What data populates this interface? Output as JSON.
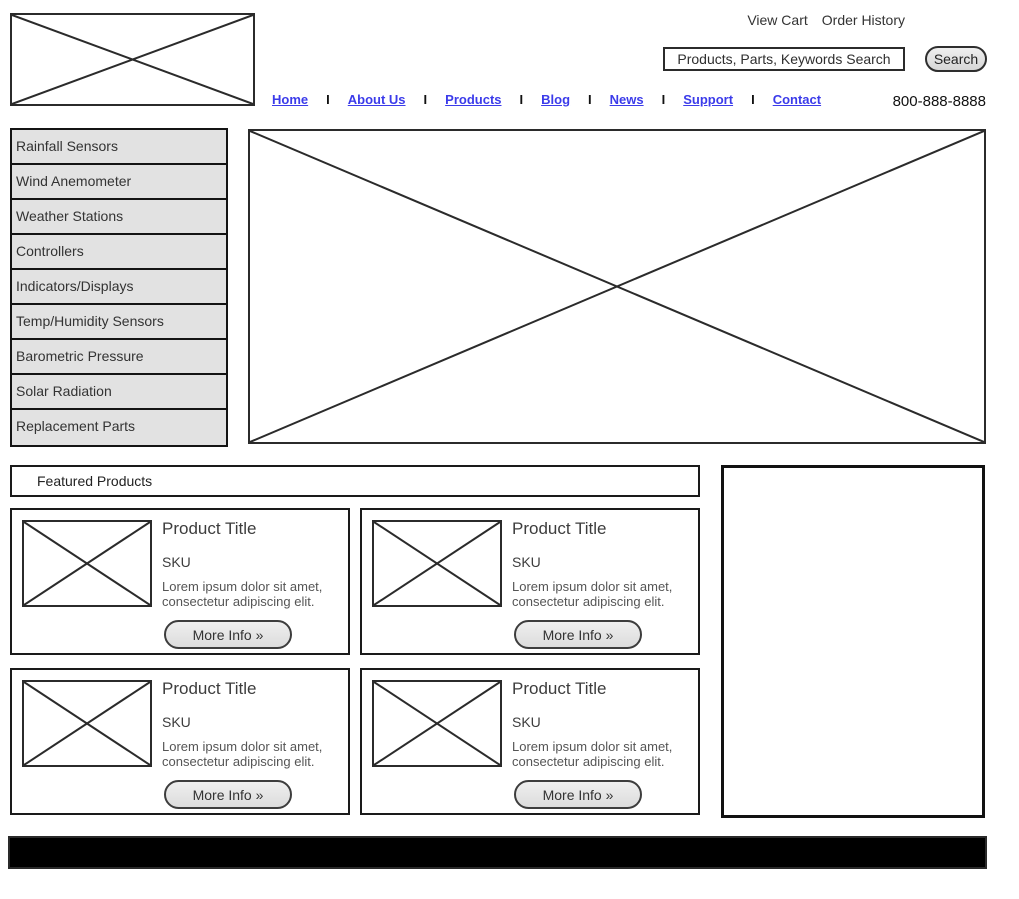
{
  "header": {
    "account_links": [
      {
        "label": "View Cart"
      },
      {
        "label": "Order History"
      }
    ],
    "search": {
      "placeholder": "Products, Parts, Keywords Search",
      "button_label": "Search"
    },
    "nav": {
      "separator": "I",
      "items": [
        {
          "label": "Home"
        },
        {
          "label": "About Us"
        },
        {
          "label": "Products"
        },
        {
          "label": "Blog"
        },
        {
          "label": "News"
        },
        {
          "label": "Support"
        },
        {
          "label": "Contact"
        }
      ]
    },
    "phone": "800-888-8888"
  },
  "sidebar": {
    "items": [
      {
        "label": "Rainfall Sensors"
      },
      {
        "label": "Wind Anemometer"
      },
      {
        "label": "Weather Stations"
      },
      {
        "label": "Controllers"
      },
      {
        "label": "Indicators/Displays"
      },
      {
        "label": "Temp/Humidity Sensors"
      },
      {
        "label": "Barometric Pressure"
      },
      {
        "label": "Solar Radiation"
      },
      {
        "label": "Replacement Parts"
      }
    ]
  },
  "featured": {
    "heading": "Featured Products",
    "products": [
      {
        "title": "Product Title",
        "sku": "SKU",
        "description": "Lorem ipsum dolor sit amet, consectetur adipiscing elit.",
        "cta": "More Info »"
      },
      {
        "title": "Product Title",
        "sku": "SKU",
        "description": "Lorem ipsum dolor sit amet, consectetur adipiscing elit.",
        "cta": "More Info »"
      },
      {
        "title": "Product Title",
        "sku": "SKU",
        "description": "Lorem ipsum dolor sit amet, consectetur adipiscing elit.",
        "cta": "More Info »"
      },
      {
        "title": "Product Title",
        "sku": "SKU",
        "description": "Lorem ipsum dolor sit amet, consectetur adipiscing elit.",
        "cta": "More Info »"
      }
    ]
  },
  "colors": {
    "link_blue": "#3b3bea",
    "panel_gray": "#e2e2e2",
    "button_gray": "#dcdcdc",
    "border_dark": "#1a1a1a",
    "footer_black": "#000000",
    "text_dark": "#333333"
  }
}
